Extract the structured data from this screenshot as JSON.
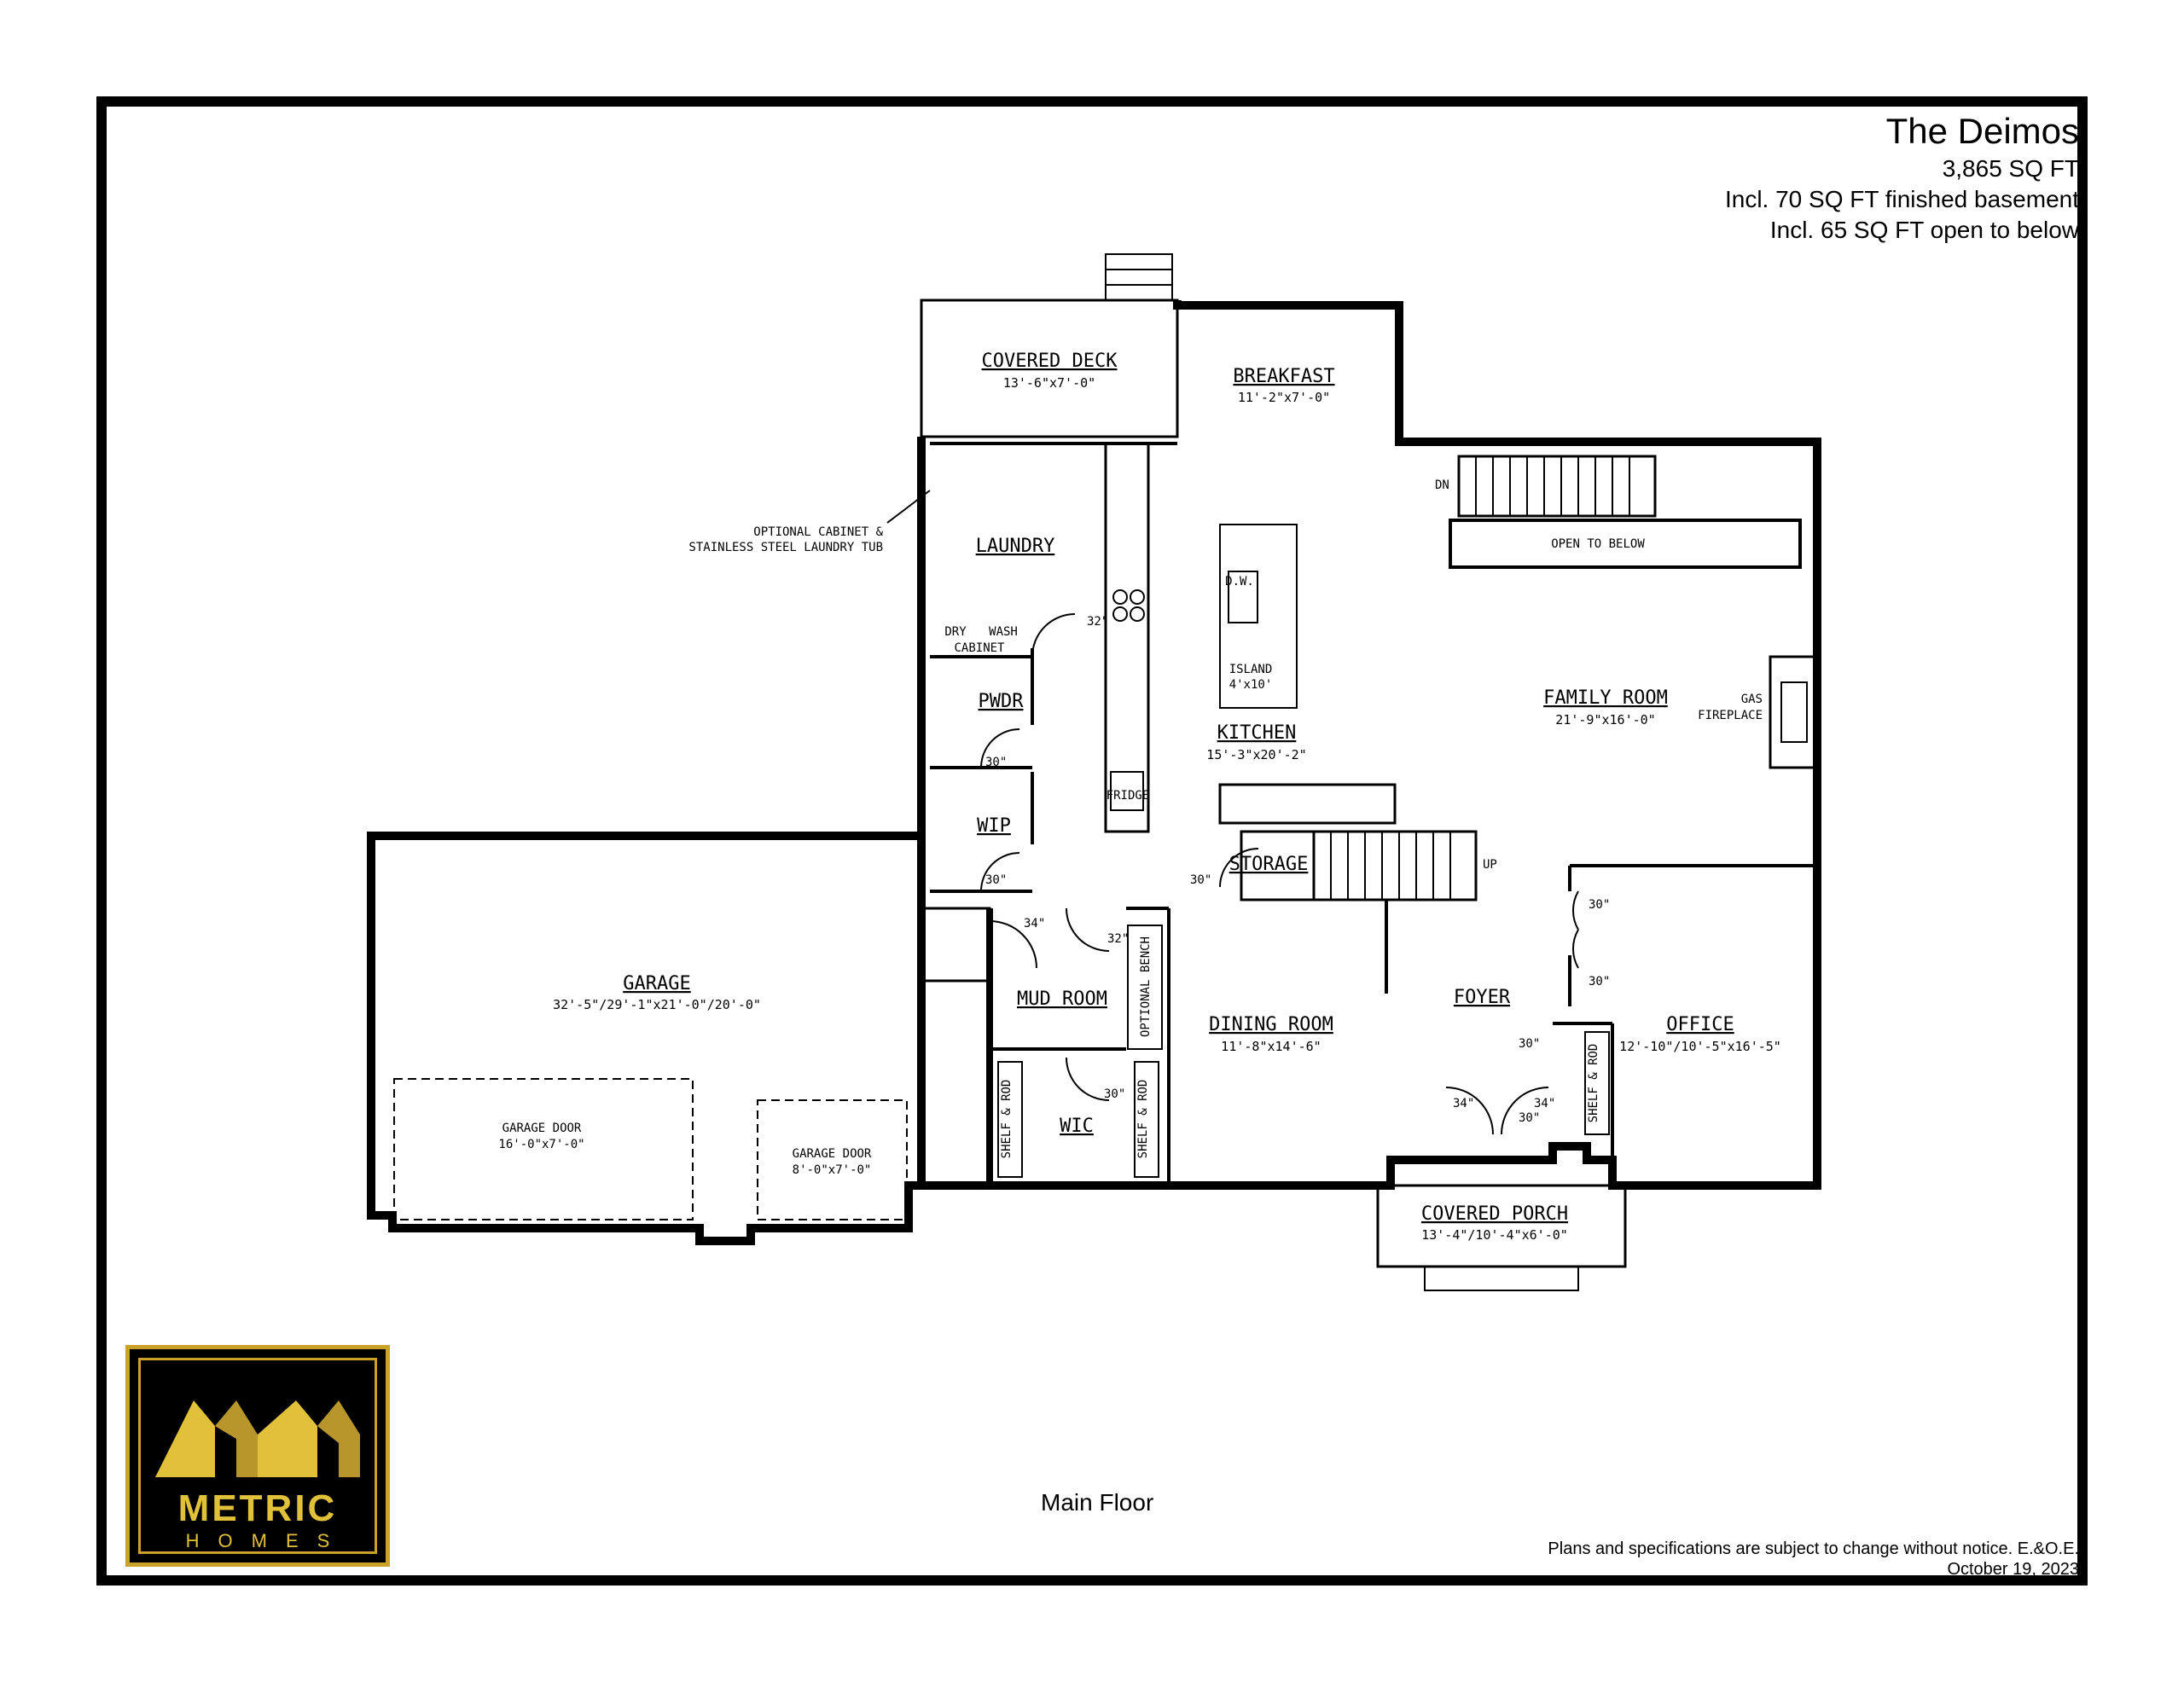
{
  "title": {
    "name": "The Deimos",
    "sqft": "3,865 SQ FT",
    "basement": "Incl. 70 SQ FT finished basement",
    "open_below": "Incl. 65 SQ FT open to below"
  },
  "floor_label": "Main Floor",
  "footer": {
    "disclaimer": "Plans and specifications are subject to change without notice. E.&O.E.",
    "date": "October 19, 2023"
  },
  "logo": {
    "word": "METRIC",
    "sub": "HOMES",
    "gold": "#e2c13a",
    "bg": "#000000"
  },
  "rooms": {
    "covered_deck": {
      "name": "COVERED DECK",
      "dim": "13'-6\"x7'-0\""
    },
    "breakfast": {
      "name": "BREAKFAST",
      "dim": "11'-2\"x7'-0\""
    },
    "laundry": {
      "name": "LAUNDRY"
    },
    "kitchen": {
      "name": "KITCHEN",
      "dim": "15'-3\"x20'-2\""
    },
    "family_room": {
      "name": "FAMILY ROOM",
      "dim": "21'-9\"x16'-0\""
    },
    "pwdr": {
      "name": "PWDR"
    },
    "wip": {
      "name": "WIP"
    },
    "storage": {
      "name": "STORAGE"
    },
    "garage": {
      "name": "GARAGE",
      "dim": "32'-5\"/29'-1\"x21'-0\"/20'-0\""
    },
    "mud_room": {
      "name": "MUD ROOM"
    },
    "dining_room": {
      "name": "DINING ROOM",
      "dim": "11'-8\"x14'-6\""
    },
    "foyer": {
      "name": "FOYER"
    },
    "office": {
      "name": "OFFICE",
      "dim": "12'-10\"/10'-5\"x16'-5\""
    },
    "wic": {
      "name": "WIC"
    },
    "covered_porch": {
      "name": "COVERED PORCH",
      "dim": "13'-4\"/10'-4\"x6'-0\""
    }
  },
  "labels": {
    "optional_cabinet_1": "OPTIONAL CABINET &",
    "optional_cabinet_2": "STAINLESS STEEL LAUNDRY TUB",
    "dry": "DRY",
    "wash": "WASH",
    "cabinet": "CABINET",
    "dw": "D.W.",
    "island": "ISLAND",
    "island_dim": "4'x10'",
    "fridge": "FRIDGE",
    "open_to_below": "OPEN TO BELOW",
    "dn": "DN",
    "up": "UP",
    "gas": "GAS",
    "fireplace": "FIREPLACE",
    "optional_bench": "OPTIONAL BENCH",
    "shelf_rod": "SHELF & ROD",
    "garage_door_1": "GARAGE DOOR",
    "garage_door_1_dim": "16'-0\"x7'-0\"",
    "garage_door_2": "GARAGE DOOR",
    "garage_door_2_dim": "8'-0\"x7'-0\"",
    "d32": "32\"",
    "d30": "30\"",
    "d34": "34\""
  }
}
